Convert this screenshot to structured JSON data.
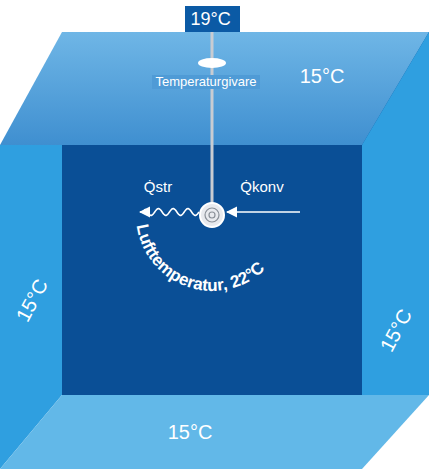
{
  "diagram": {
    "nodes": [
      {
        "text": [
          "19°C"
        ]
      }
    ],
    "labels": [
      "15°C",
      "Temperaturgivare",
      "Q̇str",
      "Q̇konv",
      "Lufttemperatur, 22°C",
      "15°C",
      "15°C",
      "15°C"
    ]
  }
}
